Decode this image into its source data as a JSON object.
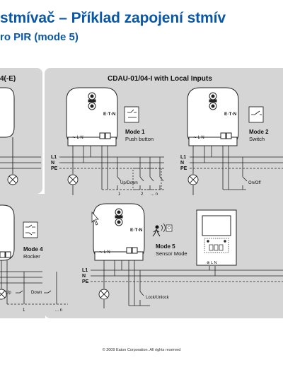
{
  "header": {
    "title": "stmívač – Příklad zapojení stmív",
    "subtitle": "ro PIR  (mode 5)"
  },
  "left_panel": {
    "caption": "4(-E)"
  },
  "panel": {
    "title": "CDAU-01/04-I with Local Inputs"
  },
  "device": {
    "brand": "E·T·N",
    "terminals": "⏦ L   N"
  },
  "modes": {
    "mode1": {
      "label": "Mode 1",
      "sub": "Push button",
      "caption": "Up/Down",
      "marks": [
        "1",
        "2",
        "... n"
      ]
    },
    "mode2": {
      "label": "Mode 2",
      "sub": "Switch",
      "caption": "On/Off"
    },
    "mode4": {
      "label": "Mode 4",
      "sub": "Rocker",
      "up": "Up",
      "down": "Down",
      "marks": [
        "1",
        "... n"
      ]
    },
    "mode5": {
      "label": "Mode 5",
      "sub": "Sensor Mode",
      "caption": "Lock/Unlock"
    }
  },
  "lines": {
    "l1": "L1",
    "n": "N",
    "pe": "PE"
  },
  "footer": {
    "copyright": "© 2009 Eaton Corporation. All rights reserved"
  },
  "colors": {
    "title": "#0a57a8",
    "panel_bg": "#d5d5d5"
  }
}
